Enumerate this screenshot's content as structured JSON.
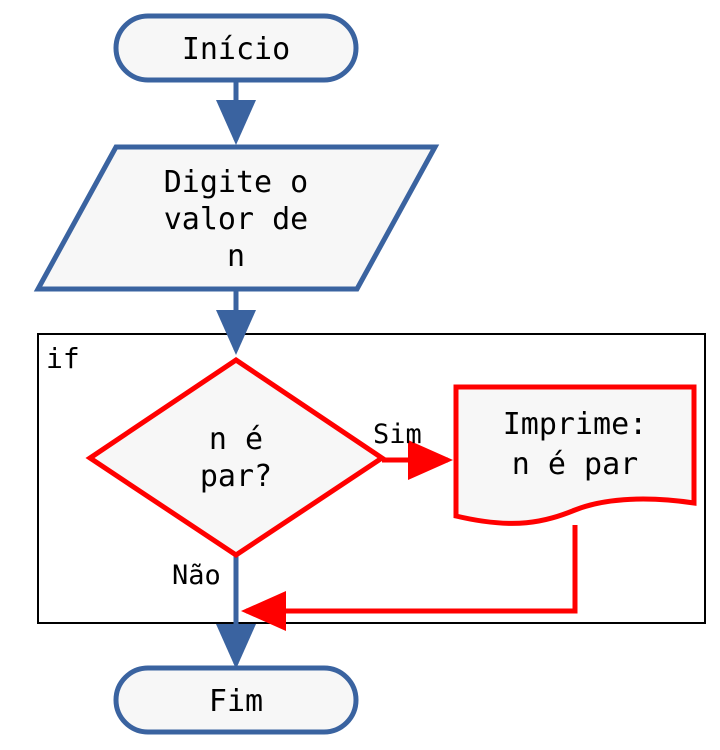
{
  "colors": {
    "main_stroke": "#3a63a0",
    "highlight_stroke": "#ff0000",
    "shape_fill": "#f7f7f7",
    "frame_stroke": "#000000"
  },
  "nodes": {
    "start": {
      "label": "Início"
    },
    "input": {
      "lines": [
        "Digite o",
        "valor de",
        "n"
      ]
    },
    "decision": {
      "lines": [
        "n é",
        "par?"
      ]
    },
    "output": {
      "lines": [
        "Imprime:",
        "n é par"
      ]
    },
    "end": {
      "label": "Fim"
    }
  },
  "frame": {
    "label": "if"
  },
  "edges": {
    "yes_label": "Sim",
    "no_label": "Não"
  }
}
